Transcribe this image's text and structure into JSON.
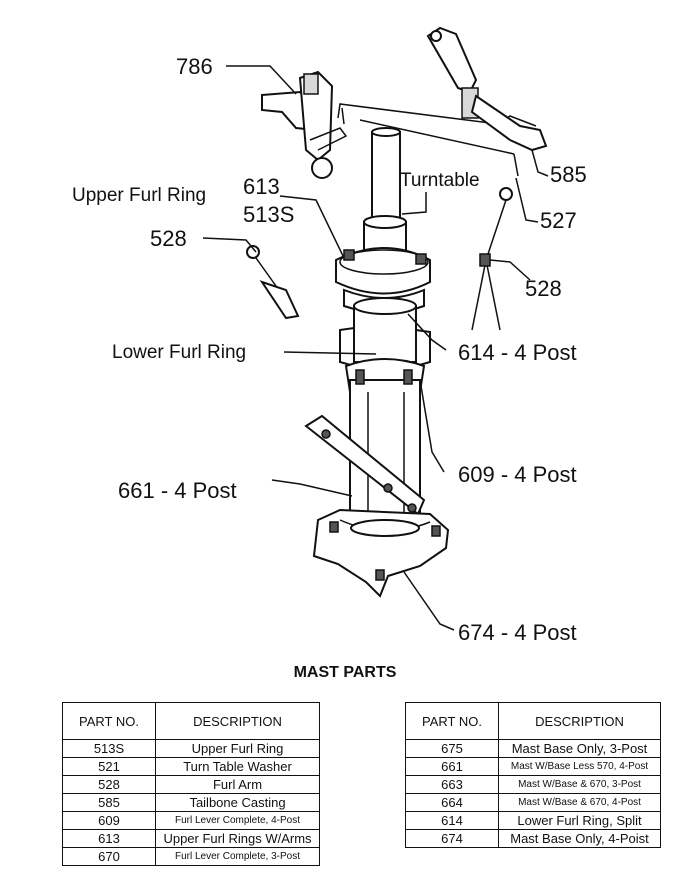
{
  "callouts": {
    "c786": "786",
    "c585": "585",
    "c527": "527",
    "c613": "613",
    "c513s": "513S",
    "upper_furl_ring": "Upper Furl Ring",
    "turntable": "Turntable",
    "c528_left": "528",
    "c528_right": "528",
    "lower_furl_ring": "Lower  Furl Ring",
    "c614": "614 - 4 Post",
    "c609": "609 - 4 Post",
    "c661": "661  - 4 Post",
    "c674": "674 - 4 Post"
  },
  "section_title": "MAST PARTS",
  "tables": {
    "headers": {
      "part_no": "PART NO.",
      "description": "DESCRIPTION"
    },
    "left": [
      {
        "no": "513S",
        "desc": "Upper Furl Ring",
        "small": false
      },
      {
        "no": "521",
        "desc": "Turn Table Washer",
        "small": false
      },
      {
        "no": "528",
        "desc": "Furl Arm",
        "small": false
      },
      {
        "no": "585",
        "desc": "Tailbone Casting",
        "small": false
      },
      {
        "no": "609",
        "desc": "Furl Lever Complete, 4-Post",
        "small": true
      },
      {
        "no": "613",
        "desc": "Upper Furl Rings W/Arms",
        "small": false
      },
      {
        "no": "670",
        "desc": "Furl Lever Complete, 3-Post",
        "small": true
      }
    ],
    "right": [
      {
        "no": "675",
        "desc": "Mast Base Only, 3-Post",
        "small": false
      },
      {
        "no": "661",
        "desc": "Mast W/Base Less 570, 4-Post",
        "small": true
      },
      {
        "no": "663",
        "desc": "Mast W/Base & 670, 3-Post",
        "small": true
      },
      {
        "no": "664",
        "desc": "Mast W/Base & 670, 4-Post",
        "small": true
      },
      {
        "no": "614",
        "desc": "Lower Furl Ring, Split",
        "small": false
      },
      {
        "no": "674",
        "desc": "Mast Base Only, 4-Poist",
        "small": false
      }
    ]
  }
}
